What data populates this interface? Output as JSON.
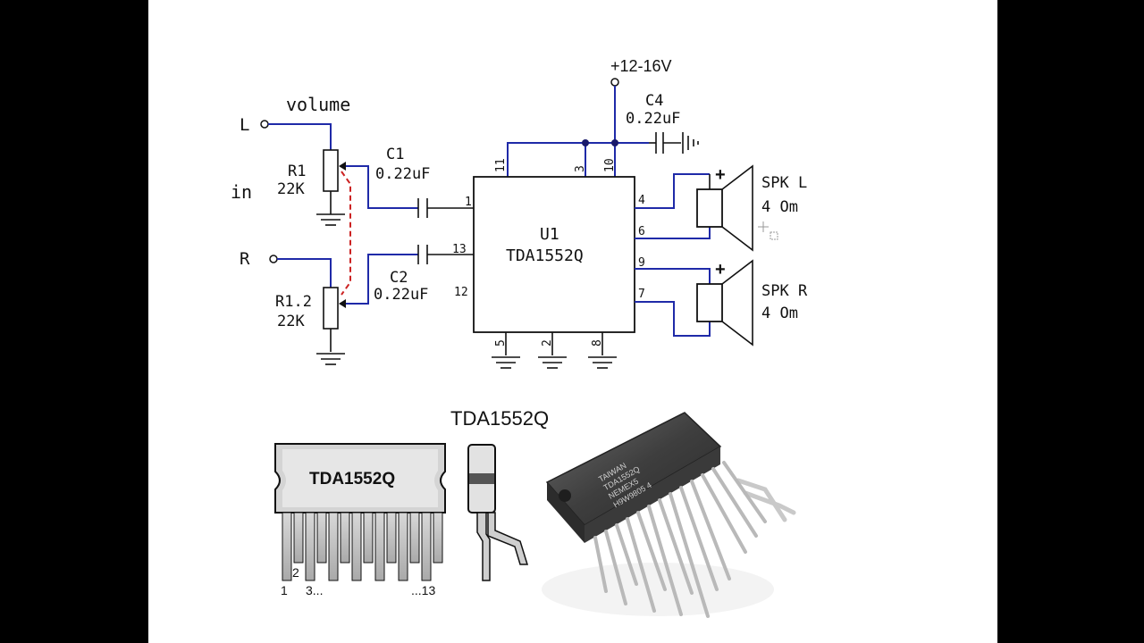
{
  "schematic": {
    "supply": "+12-16V",
    "c4": {
      "ref": "C4",
      "value": "0.22uF"
    },
    "c1": {
      "ref": "C1",
      "value": "0.22uF"
    },
    "c2": {
      "ref": "C2",
      "value": "0.22uF"
    },
    "volume_label": "volume",
    "input_left": "L",
    "input_right": "R",
    "input_label": "in",
    "r1": {
      "ref": "R1",
      "value": "22K"
    },
    "r12": {
      "ref": "R1.2",
      "value": "22K"
    },
    "ic": {
      "ref": "U1",
      "part": "TDA1552Q"
    },
    "pins": [
      "11",
      "3",
      "10",
      "1",
      "13",
      "12",
      "4",
      "6",
      "9",
      "7",
      "5",
      "2",
      "8"
    ],
    "speaker_left": {
      "label": "SPK L",
      "impedance": "4 Om"
    },
    "speaker_right": {
      "label": "SPK R",
      "impedance": "4 Om"
    },
    "plus_sign": "+"
  },
  "package": {
    "title": "TDA1552Q",
    "body_label": "TDA1552Q",
    "pin_label_first": "1",
    "pin_label_second": "2",
    "pin_label_third": "3...",
    "pin_label_last": "...13",
    "chip_marking": [
      "TAIWAN",
      "TDA1552Q",
      "NEMEX5",
      "H9W9805 4"
    ]
  },
  "colors": {
    "wire": "#1f2aa8",
    "link": "#cc2222",
    "background": "#ffffff",
    "letterbox": "#000000"
  }
}
